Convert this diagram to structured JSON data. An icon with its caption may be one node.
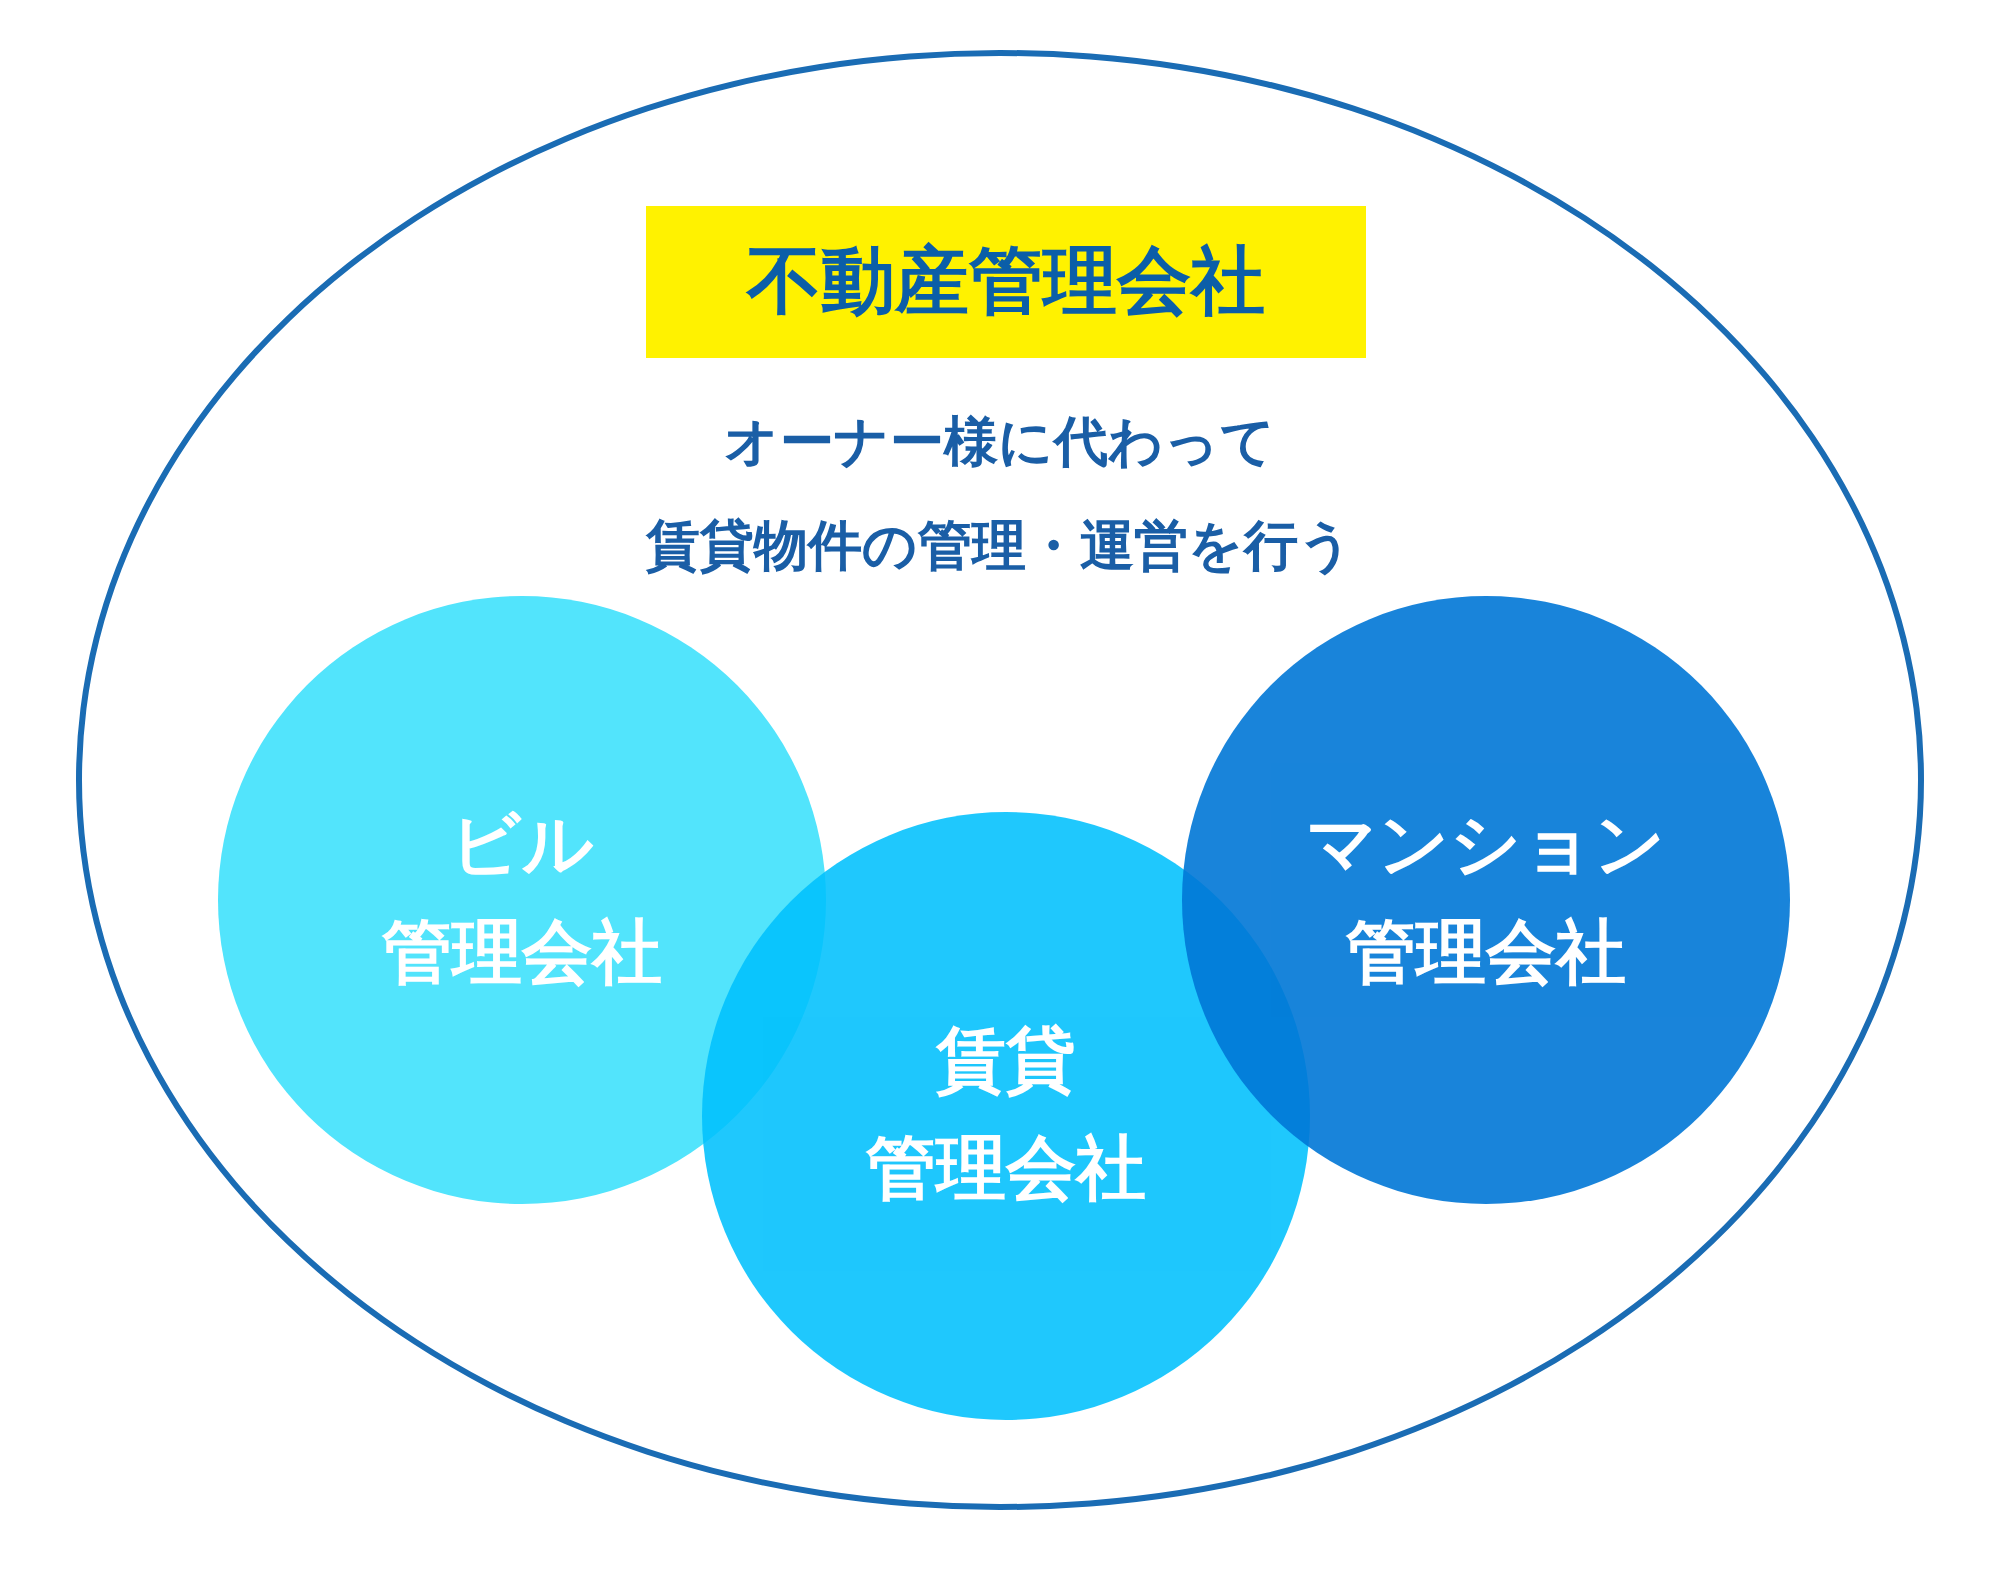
{
  "diagram": {
    "nodes": [
      {
        "text": [
          "オーナー様に代わって賃貸物件の管理・運営を行う"
        ]
      },
      {
        "text": [
          "不動産管理会社"
        ],
        "in": 0
      },
      {
        "text": [
          "ビル管理会社"
        ],
        "in": 0
      },
      {
        "text": [
          "賃貸管理会社"
        ],
        "in": 0
      },
      {
        "text": [
          "マンション管理会社"
        ],
        "in": 0
      }
    ]
  }
}
